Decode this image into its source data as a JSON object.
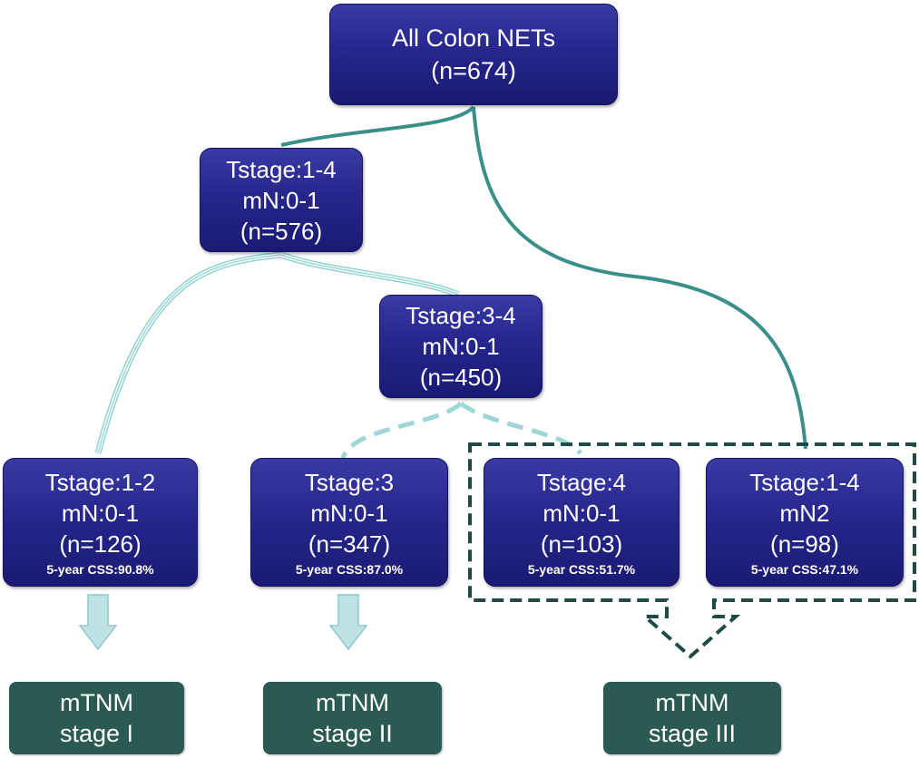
{
  "root": {
    "lines": [
      "All Colon NETs",
      "(n=674)"
    ]
  },
  "node_t14_mn01": {
    "lines": [
      "Tstage:1-4",
      "mN:0-1",
      "(n=576)"
    ]
  },
  "node_t34_mn01": {
    "lines": [
      "Tstage:3-4",
      "mN:0-1",
      "(n=450)"
    ]
  },
  "leaves": [
    {
      "lines": [
        "Tstage:1-2",
        "mN:0-1",
        "(n=126)"
      ],
      "css": "5-year CSS:90.8%"
    },
    {
      "lines": [
        "Tstage:3",
        "mN:0-1",
        "(n=347)"
      ],
      "css": "5-year CSS:87.0%"
    },
    {
      "lines": [
        "Tstage:4",
        "mN:0-1",
        "(n=103)"
      ],
      "css": "5-year CSS:51.7%"
    },
    {
      "lines": [
        "Tstage:1-4",
        "mN2",
        "(n=98)"
      ],
      "css": "5-year CSS:47.1%"
    }
  ],
  "stages": [
    {
      "lines": [
        "mTNM",
        "stage I"
      ]
    },
    {
      "lines": [
        "mTNM",
        "stage II"
      ]
    },
    {
      "lines": [
        "mTNM",
        "stage III"
      ]
    }
  ],
  "colors": {
    "node_fill": "#26268c",
    "solid_branch": "#3a8f89",
    "light_branch": "#8fd3d0",
    "dashed_group": "#1f4a45",
    "arrow_fill": "#bfe3e3",
    "stage_fill": "#2a5a52"
  }
}
